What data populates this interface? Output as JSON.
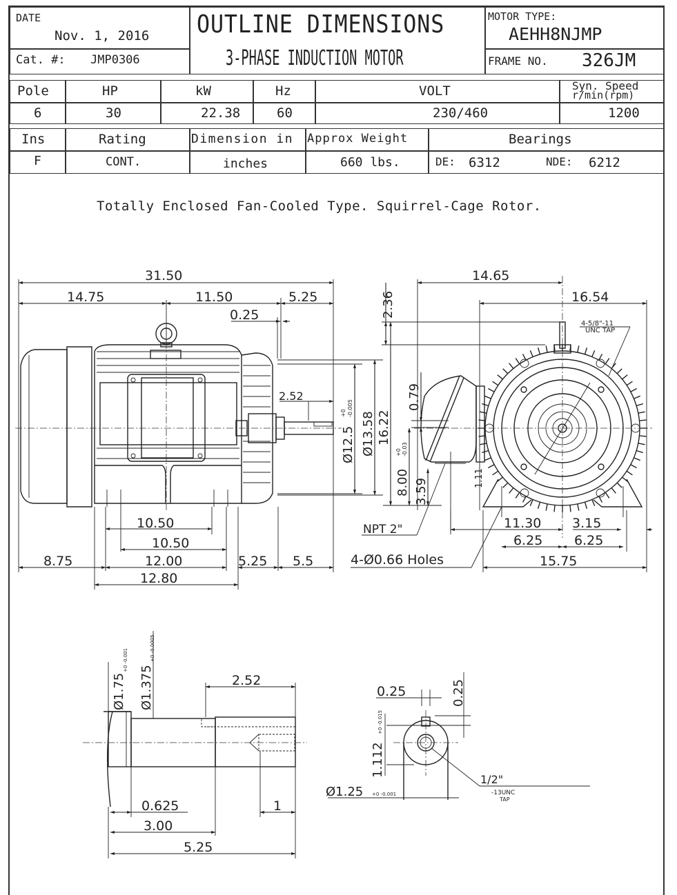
{
  "title_block": {
    "date_label": "DATE",
    "date_value": "Nov. 1, 2016",
    "cat_label": "Cat. #:",
    "cat_value": "JMP0306",
    "title": "OUTLINE DIMENSIONS",
    "subtitle": "3-PHASE INDUCTION MOTOR",
    "motor_type_label": "MOTOR TYPE:",
    "motor_type_value": "AEHH8NJMP",
    "frame_label": "FRAME NO.",
    "frame_value": "326JM"
  },
  "spec_table_1": {
    "headers": [
      "Pole",
      "HP",
      "kW",
      "Hz",
      "VOLT",
      "Syn. Speed",
      "r/min(rpm)"
    ],
    "values": [
      "6",
      "30",
      "22.38",
      "60",
      "230/460",
      "1200"
    ]
  },
  "spec_table_2": {
    "headers": [
      "Ins",
      "Rating",
      "Dimension in",
      "Approx Weight",
      "Bearings"
    ],
    "values": [
      "F",
      "CONT.",
      "inches",
      "660 lbs."
    ],
    "bearings": {
      "de_label": "DE:",
      "de_value": "6312",
      "nde_label": "NDE:",
      "nde_value": "6212"
    }
  },
  "description": "Totally Enclosed Fan-Cooled Type.  Squirrel-Cage Rotor.",
  "side_view": {
    "overall_length": "31.50",
    "d_14_75": "14.75",
    "d_11_50": "11.50",
    "d_5_25_top": "5.25",
    "d_0_25": "0.25",
    "d_2_52": "2.52",
    "d_10_50_a": "10.50",
    "d_10_50_b": "10.50",
    "d_8_75": "8.75",
    "d_12_00": "12.00",
    "d_5_25_bottom": "5.25",
    "d_5_5": "5.5",
    "d_12_80": "12.80"
  },
  "vertical_dims": {
    "d_12_5": "Ø12.5",
    "d_12_5_tol_plus": "+0",
    "d_12_5_tol_minus": "-0.005",
    "d_13_58": "Ø13.58",
    "d_16_22": "16.22",
    "d_8_00": "8.00",
    "d_8_00_tol_plus": "+0",
    "d_8_00_tol_minus": "-0.03",
    "d_2_36": "2.36",
    "d_0_79": "0.79",
    "d_3_59": "3.59",
    "d_1_11": "1.11"
  },
  "end_view": {
    "d_14_65": "14.65",
    "d_16_54": "16.54",
    "tap_note_1": "4-5/8\"-11",
    "tap_note_2": "UNC TAP",
    "npt": "NPT 2\"",
    "holes": "4-Ø0.66 Holes",
    "d_11_30": "11.30",
    "d_3_15": "3.15",
    "d_6_25_a": "6.25",
    "d_6_25_b": "6.25",
    "d_15_75": "15.75"
  },
  "shaft_detail": {
    "d_1_75": "Ø1.75",
    "d_1_75_tol": "+0 -0.001",
    "d_1_375": "Ø1.375",
    "d_1_375_tol": "+0 -0.0005",
    "d_2_52": "2.52",
    "d_0_625": "0.625",
    "d_3_00": "3.00",
    "d_5_25": "5.25",
    "d_1": "1"
  },
  "shaft_section": {
    "d_0_25_h": "0.25",
    "d_0_25_v": "0.25",
    "d_1_112": "1.112",
    "d_1_112_tol": "+0 -0.015",
    "d_1_25": "Ø1.25",
    "d_1_25_tol": "+0 -0.001",
    "tap_1": "1/2\"",
    "tap_2": "-13UNC",
    "tap_3": "TAP"
  }
}
